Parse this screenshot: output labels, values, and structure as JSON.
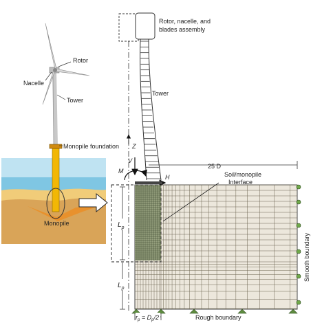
{
  "labels": {
    "rotor": "Rotor",
    "nacelle": "Nacelle",
    "tower_left": "Tower",
    "monopile_foundation": "Monopile foundation",
    "monopile": "Monopile",
    "assembly_line1": "Rotor, nacelle, and",
    "assembly_line2": "blades assembly",
    "tower_right": "Tower",
    "axis_z": "Z",
    "load_v": "V",
    "load_m": "M",
    "load_h": "H",
    "width_25d": "25 D",
    "interface_line1": "Soil/monopile",
    "interface_line2": "Interface",
    "lp_main": "L",
    "lp_main_sub": "p",
    "lp_lower": "L",
    "lp_lower_sub": "p",
    "rp_r": "r",
    "rp_sub": "p",
    "rp_eq": " = D",
    "rp_dsub": "p",
    "rp_tail": "/2",
    "smooth_boundary": "Smooth boundary",
    "rough_boundary": "Rough boundary"
  },
  "colors": {
    "sky": "#bfe3f2",
    "sea": "#7fc6e3",
    "sand": "#f1cc79",
    "soil": "#d9a458",
    "soil_dark": "#e8912d",
    "pile": "#f2b705",
    "mesh_fill": "#ece7dc",
    "mesh_line": "#6d6552",
    "refined_fill": "#8a9570",
    "support": "#5e8d3f",
    "roller": "#6fa84a"
  }
}
